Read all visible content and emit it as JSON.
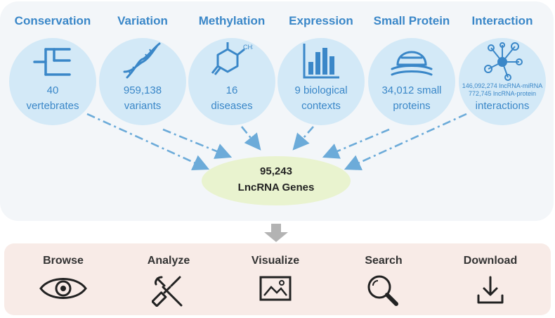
{
  "colors": {
    "accent_blue": "#3a87c8",
    "circle_fill": "#d3e9f7",
    "stat_text": "#3a87c8",
    "center_fill": "#e9f3cf",
    "action_text": "#333333",
    "arrow_dash": "#6cabd9"
  },
  "categories": [
    {
      "title": "Conservation",
      "icon": "phylogenetic-tree-icon",
      "line1": "40",
      "line2": "vertebrates"
    },
    {
      "title": "Variation",
      "icon": "dna-helix-icon",
      "line1": "959,138",
      "line2": "variants"
    },
    {
      "title": "Methylation",
      "icon": "methyl-molecule-icon",
      "line1": "16",
      "line2": "diseases",
      "chem_label": "CH3"
    },
    {
      "title": "Expression",
      "icon": "bar-chart-icon",
      "line1": "9 biological",
      "line2": "contexts"
    },
    {
      "title": "Small Protein",
      "icon": "protein-icon",
      "line1": "34,012 small",
      "line2": "proteins"
    },
    {
      "title": "Interaction",
      "icon": "network-icon",
      "line1": "146,092,274 lncRNA-miRNA",
      "line2": "772,745 lncRNA-protein",
      "line3": "interactions"
    }
  ],
  "center": {
    "count": "95,243",
    "label": "LncRNA Genes"
  },
  "actions": [
    {
      "label": "Browse",
      "icon": "eye-icon"
    },
    {
      "label": "Analyze",
      "icon": "tools-icon"
    },
    {
      "label": "Visualize",
      "icon": "image-icon"
    },
    {
      "label": "Search",
      "icon": "magnifier-icon"
    },
    {
      "label": "Download",
      "icon": "download-icon"
    }
  ]
}
